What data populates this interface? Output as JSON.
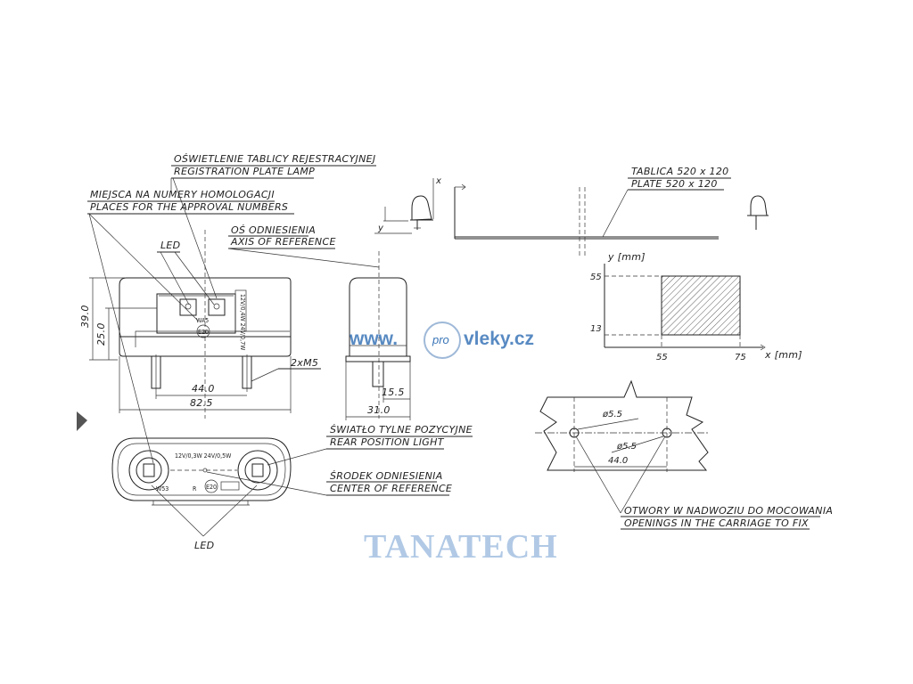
{
  "labels": {
    "registration_pl": "OŚWIETLENIE TABLICY REJESTRACYJNEJ",
    "registration_en": "REGISTRATION PLATE LAMP",
    "approval_pl": "MIEJSCA NA NUMERY HOMOLOGACJI",
    "approval_en": "PLACES FOR THE APPROVAL NUMBERS",
    "axis_pl": "OŚ ODNIESIENIA",
    "axis_en": "AXIS OF REFERENCE",
    "led_top": "LED",
    "led_bottom": "LED",
    "rear_pl": "ŚWIATŁO TYLNE POZYCYJNE",
    "rear_en": "REAR POSITION LIGHT",
    "center_pl": "ŚRODEK ODNIESIENIA",
    "center_en": "CENTER OF REFERENCE",
    "plate_pl": "TABLICA 520 x 120",
    "plate_en": "PLATE 520 x 120",
    "openings_pl": "OTWORY W NADWOZIU DO MOCOWANIA",
    "openings_en": "OPENINGS IN THE CARRIAGE TO FIX"
  },
  "dimensions": {
    "height_total": "39.0",
    "height_body": "25.0",
    "width_pins": "44.0",
    "width_total": "82.5",
    "thread": "2xM5",
    "side_pin": "15.5",
    "side_total": "31.0",
    "hole_1": "ø5.5",
    "hole_2": "ø5.5",
    "hole_spacing": "44.0"
  },
  "markings": {
    "front_approval": "WA5",
    "front_e": "E20",
    "front_voltage": "12V/0,4W 24V/0,7W",
    "bottom_voltage": "12V/0,3W 24V/0,5W",
    "bottom_w": "W53",
    "bottom_r": "R",
    "bottom_e": "E20"
  },
  "graph": {
    "y_axis_label": "y [mm]",
    "x_axis_label": "x [mm]",
    "y_ticks": [
      "55",
      "13"
    ],
    "x_ticks": [
      "55",
      "75"
    ],
    "x": "x",
    "y": "y"
  },
  "watermark": {
    "site_left": "www.",
    "site_pro": "pro",
    "site_right": "vleky.cz",
    "brand": "TANATECH"
  },
  "colors": {
    "watermark_blue": "#3b76b8",
    "watermark_light": "#a9c4e3",
    "line": "#222222"
  }
}
